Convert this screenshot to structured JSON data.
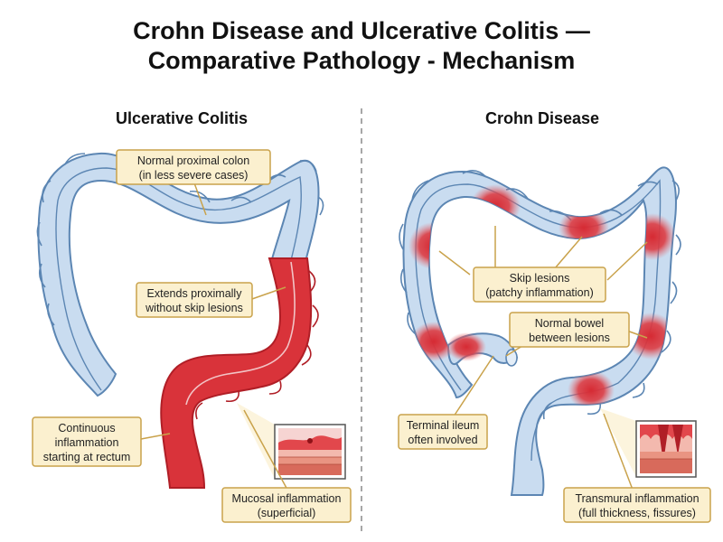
{
  "title": {
    "line1": "Crohn Disease and Ulcerative Colitis —",
    "line2": "Comparative Pathology - Mechanism"
  },
  "panels": {
    "uc": {
      "heading": "Ulcerative Colitis",
      "labels": {
        "normal_proximal": [
          "Normal proximal colon",
          "(in less severe cases)"
        ],
        "extends": [
          "Extends proximally",
          "without skip lesions"
        ],
        "continuous": [
          "Continuous",
          "inflammation",
          "starting at rectum"
        ],
        "mucosal": [
          "Mucosal inflammation",
          "(superficial)"
        ]
      }
    },
    "cd": {
      "heading": "Crohn Disease",
      "labels": {
        "skip": [
          "Skip lesions",
          "(patchy inflammation)"
        ],
        "normal_between": [
          "Normal bowel",
          "between lesions"
        ],
        "terminal": [
          "Terminal ileum",
          "often involved"
        ],
        "transmural": [
          "Transmural inflammation",
          "(full thickness, fissures)"
        ]
      }
    }
  },
  "colors": {
    "healthy_fill": "#c9dcf0",
    "healthy_stroke": "#5c86b3",
    "inflamed": "#d9333a",
    "inflamed_dark": "#b01e26",
    "callout_fill": "#fbf0cf",
    "callout_stroke": "#c9a24b",
    "divider": "#8a8a8a"
  }
}
